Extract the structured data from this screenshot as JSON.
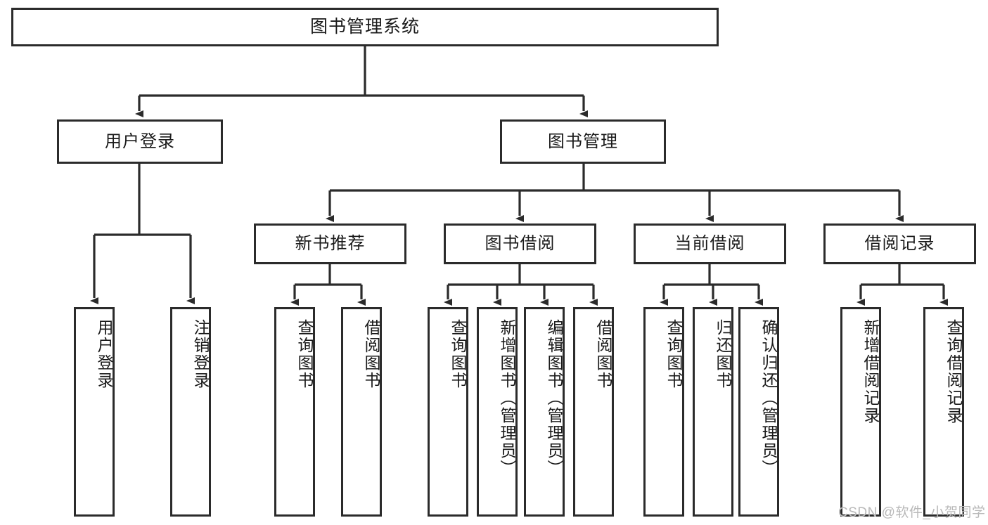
{
  "diagram": {
    "type": "tree-hierarchy",
    "title": "图书管理系统",
    "orientation": "top-down",
    "root": {
      "label": "图书管理系统"
    },
    "level2": [
      {
        "label": "用户登录"
      },
      {
        "label": "图书管理"
      }
    ],
    "level3": [
      {
        "label": "新书推荐"
      },
      {
        "label": "图书借阅"
      },
      {
        "label": "当前借阅"
      },
      {
        "label": "借阅记录"
      }
    ],
    "leaves": {
      "user_login": [
        {
          "label": "用户登录"
        },
        {
          "label": "注销登录"
        }
      ],
      "new_book_recommend": [
        {
          "label": "查询图书"
        },
        {
          "label": "借阅图书"
        }
      ],
      "book_borrow": [
        {
          "label": "查询图书"
        },
        {
          "label": "新增图书（管理员）"
        },
        {
          "label": "编辑图书（管理员）"
        },
        {
          "label": "借阅图书"
        }
      ],
      "current_borrow": [
        {
          "label": "查询图书"
        },
        {
          "label": "归还图书"
        },
        {
          "label": "确认归还（管理员）"
        }
      ],
      "borrow_record": [
        {
          "label": "新增借阅记录"
        },
        {
          "label": "查询借阅记录"
        }
      ]
    }
  },
  "watermark": {
    "text": "CSDN @软件_小贺同学"
  },
  "colors": {
    "box_border": "#2b2b2b",
    "box_fill": "#ffffff",
    "text": "#1a1a1a",
    "edge": "#2b2b2b",
    "watermark": "#b9b9b9",
    "background": "#ffffff"
  }
}
